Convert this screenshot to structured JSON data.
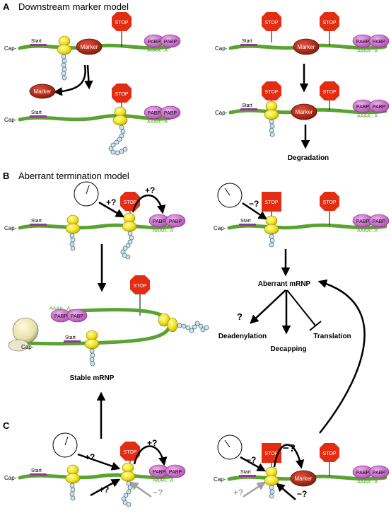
{
  "panels": {
    "a": {
      "letter": "A",
      "title": "Downstream marker model"
    },
    "b": {
      "letter": "B",
      "title": "Aberrant termination model"
    },
    "c": {
      "letter": "C"
    }
  },
  "labels": {
    "stop": "STOP",
    "marker": "Marker",
    "pabp": "PABP",
    "polya": "AAAA...A",
    "cap": "Cap-",
    "start": "Start",
    "degradation": "Degradation",
    "aberrant_mrnp": "Aberrant mRNP",
    "stable_mrnp": "Stable mRNP",
    "deadenylation": "Deadenylation",
    "decapping": "Decapping",
    "translation": "Translation",
    "q": "?",
    "plus_q": "+?",
    "minus_q": "−?"
  },
  "colors": {
    "mrna": "#5aa331",
    "stop": "#e32d12",
    "marker": "#b31b0b",
    "pabp": "#cc66cc",
    "ribosome": "#f0e21a",
    "start": "#993399",
    "peptide": "#cfe3ee",
    "gray_arrow": "#a0a0a0"
  }
}
